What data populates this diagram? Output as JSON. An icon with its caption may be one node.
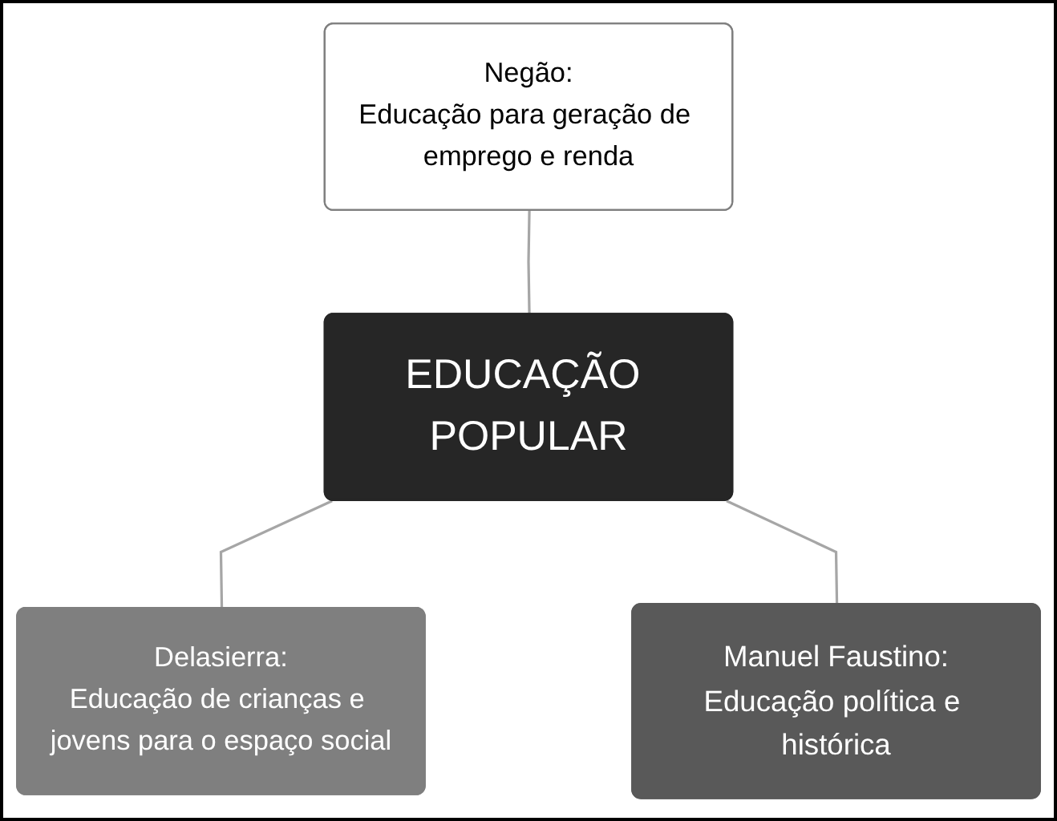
{
  "diagram": {
    "nodes": [
      {
        "text": [
          "Negão:",
          "Educação para geração de emprego e renda"
        ]
      },
      {
        "text": [
          "EDUCAÇÃO POPULAR"
        ]
      },
      {
        "text": [
          "Delasierra:",
          "Educação de crianças e jovens para o espaço social"
        ]
      },
      {
        "text": [
          "Manuel Faustino:",
          "Educação política e histórica"
        ]
      }
    ],
    "edges": [
      {
        "from": 0,
        "to": 1,
        "arrow": "none"
      },
      {
        "from": 1,
        "to": 2,
        "arrow": "none"
      },
      {
        "from": 1,
        "to": 3,
        "arrow": "none"
      }
    ]
  }
}
